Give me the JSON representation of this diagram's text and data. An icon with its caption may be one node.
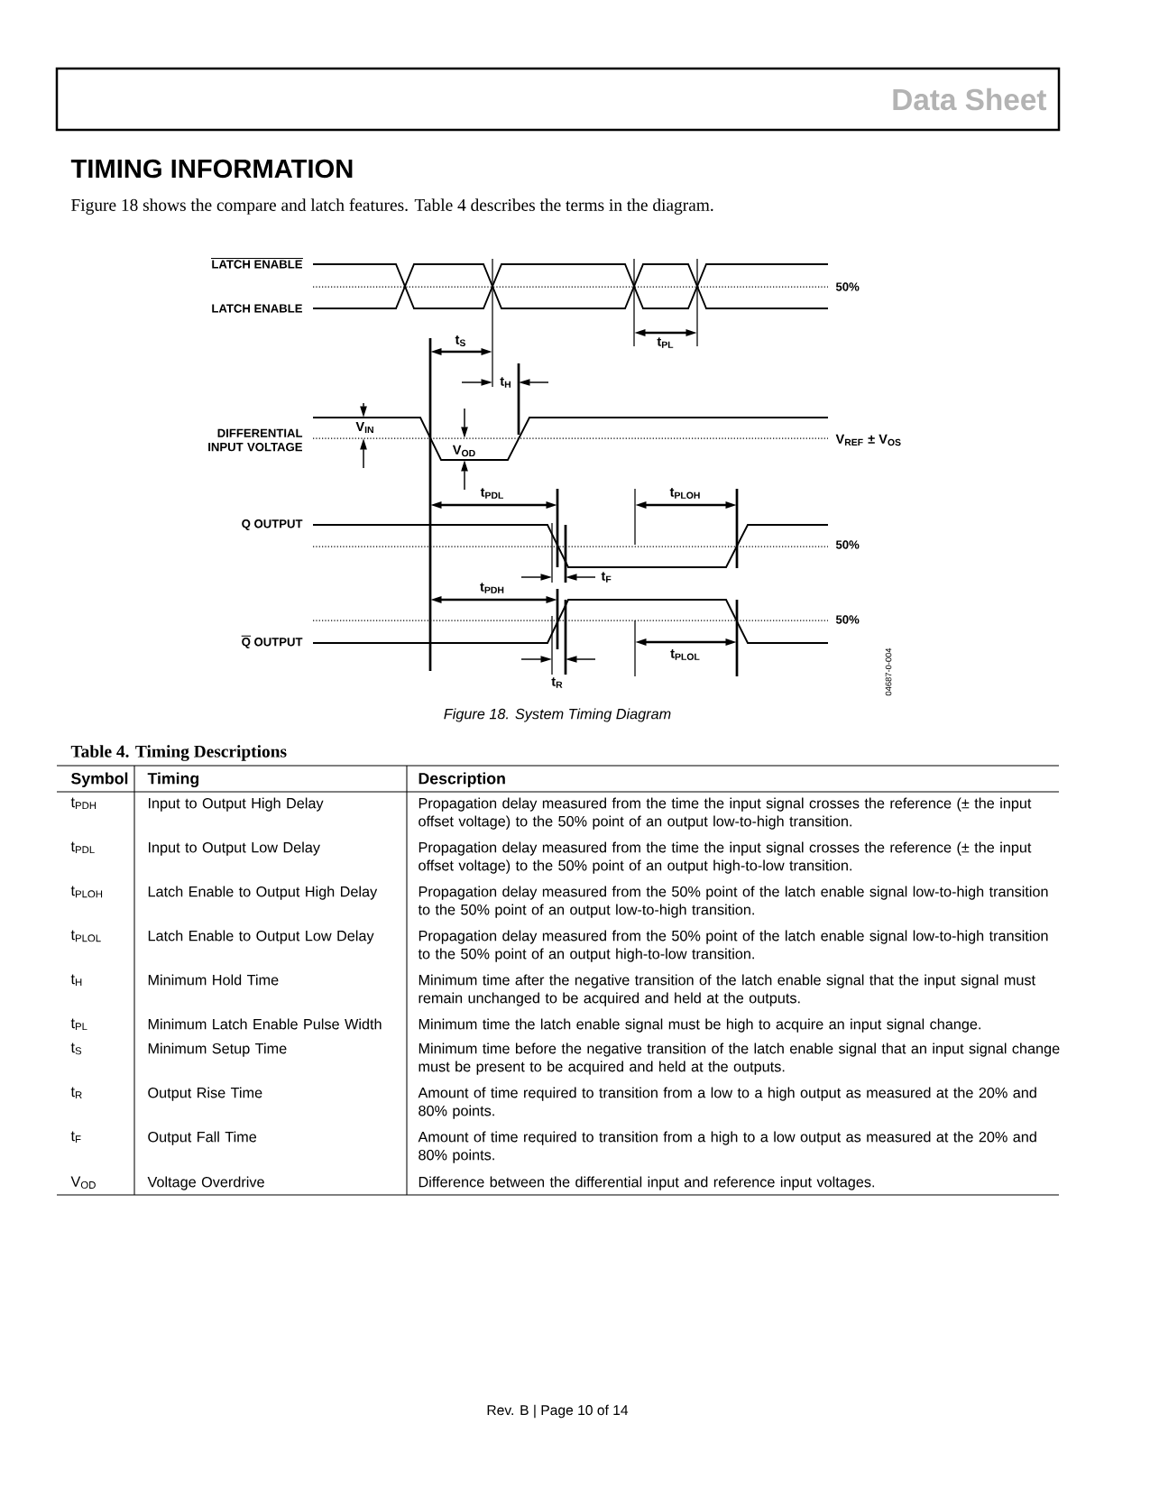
{
  "diagram": {
    "title": "TIMING INFORMATION",
    "caption": "Figure 18. System Timing Diagram",
    "labels": [
      "Data Sheet",
      "Figure 18 shows the compare and latch features. Table 4 describes the terms in the diagram.",
      "LATCH ENABLE",
      "LATCH ENABLE",
      "50%",
      "t$_{S}$",
      "t$_{PL}$",
      "t$_{H}$",
      "DIFFERENTIAL INPUT VOLTAGE",
      "V$_{IN}$",
      "V$_{REF}$ ± V$_{OS}$",
      "V$_{OD}$",
      "t$_{PDL}$",
      "t$_{PLOH}$",
      "Q OUTPUT",
      "50%",
      "t$_{F}$",
      "t$_{PDH}$",
      "50%",
      "Q OUTPUT",
      "t$_{PLOL}$",
      "t$_{R}$",
      "04687-0-004",
      "Table 4. Timing Descriptions",
      "Symbol",
      "Timing",
      "Description",
      "t$_{PDH}$",
      "Input to Output High Delay",
      "Propagation delay measured from the time the input signal crosses the reference (± the input offset voltage) to the 50% point of an output low-to-high transition.",
      "t$_{PDL}$",
      "Input to Output Low Delay",
      "Propagation delay measured from the time the input signal crosses the reference (± the input offset voltage) to the 50% point of an output high-to-low transition.",
      "t$_{PLOH}$",
      "Latch Enable to Output High Delay",
      "Propagation delay measured from the 50% point of the latch enable signal low-to-high transition to the 50% point of an output low-to-high transition.",
      "t$_{PLOL}$",
      "Latch Enable to Output Low Delay",
      "Propagation delay measured from the 50% point of the latch enable signal low-to-high transition to the 50% point of an output high-to-low transition.",
      "t$_{H}$",
      "Minimum Hold Time",
      "Minimum time after the negative transition of the latch enable signal that the input signal must remain unchanged to be acquired and held at the outputs.",
      "t$_{PL}$",
      "Minimum Latch Enable Pulse Width",
      "Minimum time the latch enable signal must be high to acquire an input signal change.",
      "t$_{S}$",
      "Minimum Setup Time",
      "Minimum time before the negative transition of the latch enable signal that an input signal change must be present to be acquired and held at the outputs.",
      "t$_{R}$",
      "Output Rise Time",
      "Amount of time required to transition from a low to a high output as measured at the 20% and 80% points.",
      "t$_{F}$",
      "Output Fall Time",
      "Amount of time required to transition from a high to a low output as measured at the 20% and 80% points.",
      "V$_{OD}$",
      "Voltage Overdrive",
      "Difference between the differential input and reference input voltages.",
      "Rev. B | Page 10 of 14"
    ]
  }
}
